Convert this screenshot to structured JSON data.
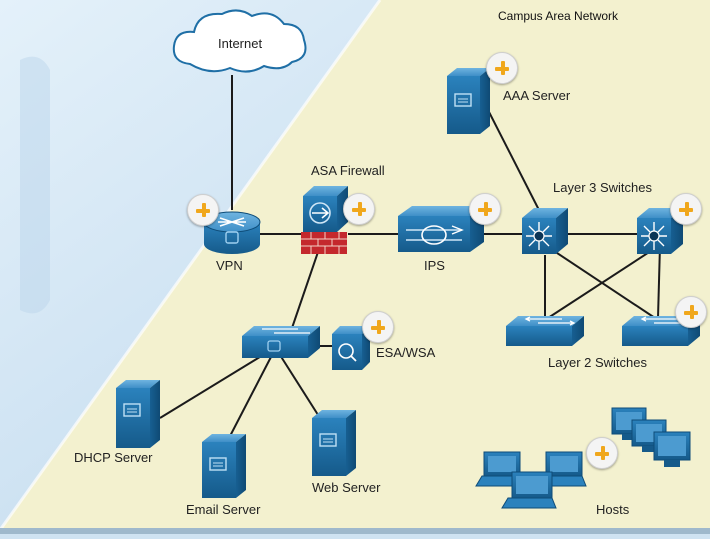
{
  "diagram": {
    "title": "Campus Area Network",
    "cloud_label": "Internet",
    "labels": {
      "vpn": "VPN",
      "asa": "ASA Firewall",
      "ips": "IPS",
      "aaa": "AAA Server",
      "l3": "Layer 3 Switches",
      "l2": "Layer 2 Switches",
      "esa": "ESA/WSA",
      "dhcp": "DHCP Server",
      "email": "Email Server",
      "web": "Web Server",
      "hosts": "Hosts"
    },
    "colors": {
      "campus_background": "#f3f1cf",
      "outside_background": "#cfe3f2",
      "device_blue": "#1e6fa6",
      "firewall_brick": "#c4282d",
      "expand_accent": "#f0a71c"
    },
    "icons": [
      "cloud-icon",
      "router-icon",
      "firewall-icon",
      "ips-icon",
      "server-icon",
      "switch-icon",
      "multilayer-switch-icon",
      "appliance-icon",
      "laptop-icon",
      "desktop-icon",
      "plus-icon"
    ]
  }
}
